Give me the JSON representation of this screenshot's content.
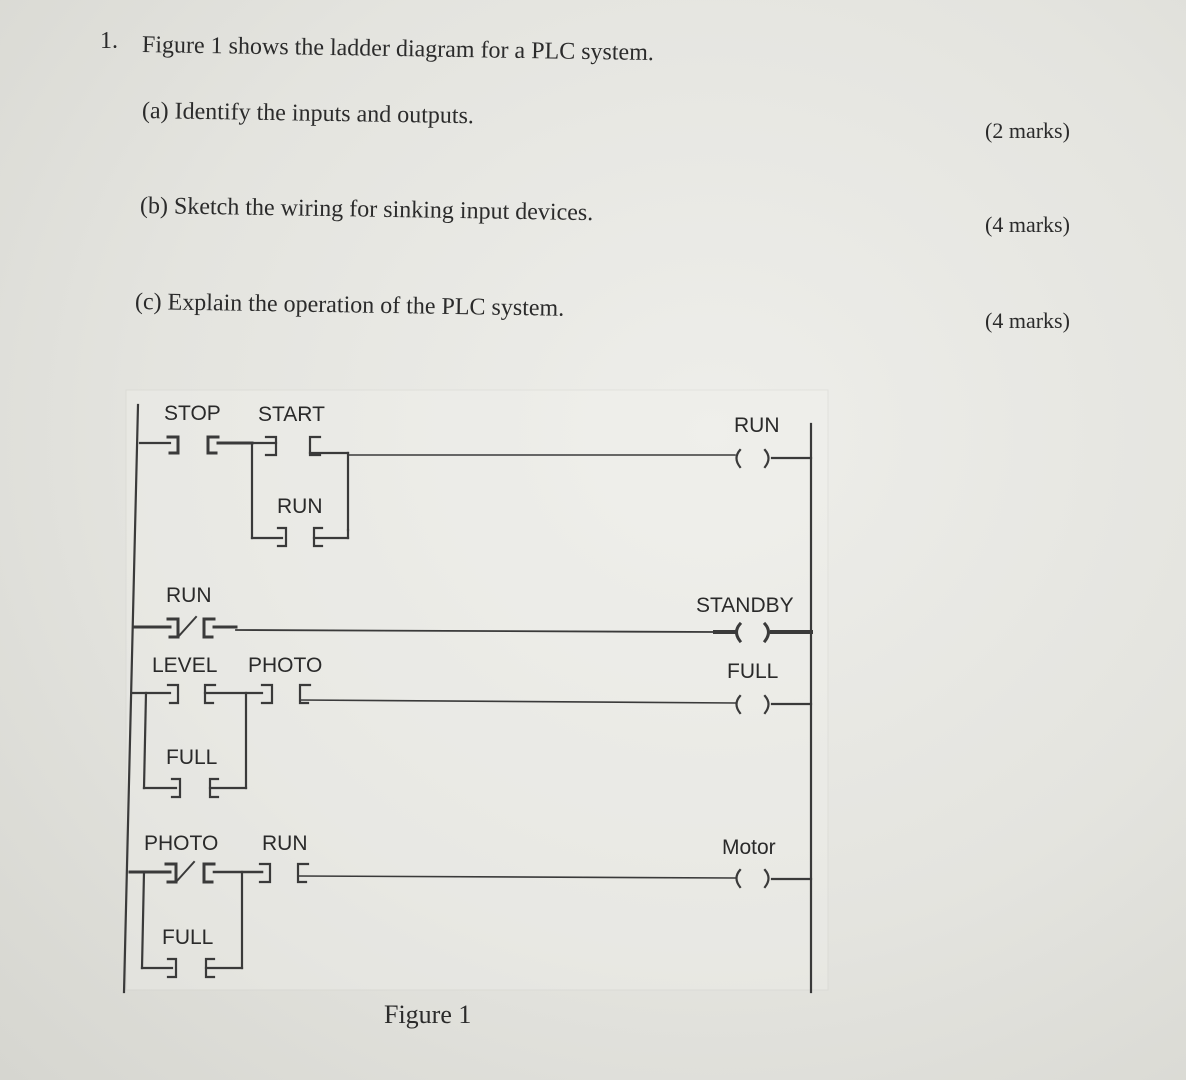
{
  "question": {
    "number": "1.",
    "stem": "Figure 1 shows the ladder diagram for a PLC system.",
    "parts": [
      {
        "label": "(a) Identify the inputs and outputs.",
        "marks": "(2 marks)"
      },
      {
        "label": "(b) Sketch the wiring for sinking input devices.",
        "marks": "(4 marks)"
      },
      {
        "label": "(c) Explain the operation of the PLC system.",
        "marks": "(4 marks)"
      }
    ]
  },
  "ladder": {
    "rung1": {
      "contact1": "STOP",
      "contact2": "START",
      "branch": "RUN",
      "coil": "RUN"
    },
    "rung2": {
      "contact1": "RUN",
      "coil": "STANDBY"
    },
    "rung3": {
      "contact1": "LEVEL",
      "contact2": "PHOTO",
      "branch": "FULL",
      "coil": "FULL"
    },
    "rung4": {
      "contact1": "PHOTO",
      "contact2": "RUN",
      "branch": "FULL",
      "coil": "Motor"
    }
  },
  "figure_caption": "Figure 1"
}
